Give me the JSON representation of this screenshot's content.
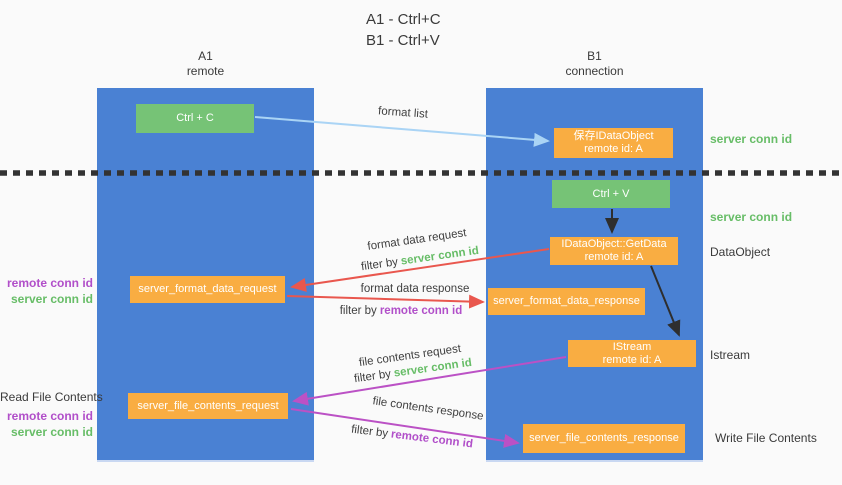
{
  "title": {
    "line1": "A1 - Ctrl+C",
    "line2": "B1 - Ctrl+V"
  },
  "columns": {
    "left": {
      "name": "A1",
      "subtitle": "remote"
    },
    "right": {
      "name": "B1",
      "subtitle": "connection"
    }
  },
  "boxes": {
    "ctrl_c": "Ctrl + C",
    "ctrl_v": "Ctrl + V",
    "save_idataobject": {
      "line1": "保存IDataObject",
      "line2": "remote id: A"
    },
    "getdata": {
      "line1": "IDataObject::GetData",
      "line2": "remote id: A"
    },
    "istream": {
      "line1": "IStream",
      "line2": "remote id: A"
    },
    "format_request": "server_format_data_request",
    "format_response": "server_format_data_response",
    "file_request": "server_file_contents_request",
    "file_response": "server_file_contents_response"
  },
  "arrow_labels": {
    "format_list": "format list",
    "format_data_request": "format data request",
    "format_data_response": "format data response",
    "file_contents_request": "file contents request",
    "file_contents_response": "file contents response",
    "filter_by": "filter by",
    "server_conn_id": "server conn id",
    "remote_conn_id": "remote conn id"
  },
  "side_labels": {
    "right_server_conn_top": "server conn id",
    "right_server_conn_mid": "server conn id",
    "dataobject": "DataObject",
    "istream": "Istream",
    "write_file_contents": "Write File Contents",
    "left_remote_conn_1": "remote conn id",
    "left_server_conn_1": "server conn id",
    "read_file_contents": "Read File Contents",
    "left_remote_conn_2": "remote conn id",
    "left_server_conn_2": "server conn id"
  },
  "colors": {
    "lifeline_blue": "#4a81d3",
    "box_green": "#76c376",
    "box_orange": "#f9ad42",
    "arrow_red": "#e9574e",
    "arrow_purple": "#bb51c5",
    "arrow_light_blue": "#aad4f5",
    "arrow_black": "#2e2e2e",
    "text_green": "#67bd67",
    "text_purple": "#b14fc9",
    "text_dark": "#3c3c3c",
    "background": "#fafafa"
  }
}
